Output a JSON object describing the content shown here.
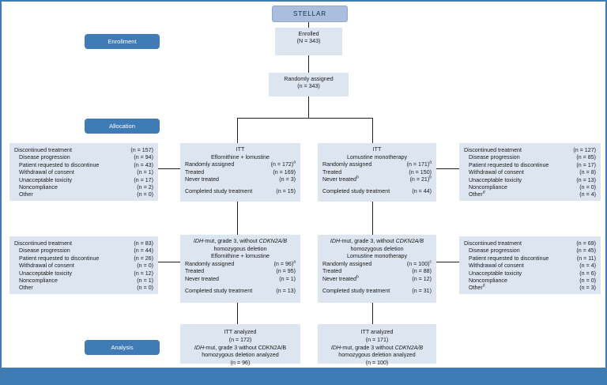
{
  "figure": {
    "trial_name": "STELLAR",
    "accent_color": "#3f7bb5",
    "box_color": "#dde5f0",
    "header_color": "#a9bfdd"
  },
  "stages": {
    "enrollment": "Enrollment",
    "allocation": "Allocation",
    "analysis": "Analysis"
  },
  "enrolled": {
    "line1": "Enrolled",
    "line2": "(N = 343)"
  },
  "randomized": {
    "line1": "Randomly assigned",
    "line2": "(n = 343)"
  },
  "itt_left": {
    "title": "ITT",
    "subtitle": "Eflornithine + lomustine",
    "rows": [
      {
        "label": "Randomly assigned",
        "value": "(n = 172)",
        "sup": "a"
      },
      {
        "label": "Treated",
        "value": "(n = 169)",
        "sup": ""
      },
      {
        "label": "Never treated",
        "value": "(n = 3)",
        "sup": ""
      }
    ],
    "footer_label": "Completed study treatment",
    "footer_value": "(n = 15)"
  },
  "itt_right": {
    "title": "ITT",
    "subtitle": "Lomustine monotherapy",
    "rows": [
      {
        "label": "Randomly assigned",
        "value": "(n = 171)",
        "sup": "a"
      },
      {
        "label": "Treated",
        "value": "(n = 150)",
        "sup": ""
      },
      {
        "label": "Never treated",
        "value": "(n = 21)",
        "sup": "b",
        "label_sup": "b"
      }
    ],
    "footer_label": "Completed study treatment",
    "footer_value": "(n = 44)"
  },
  "disc_top_left": {
    "rows": [
      {
        "label": "Discontinued treatment",
        "value": "(n = 157)",
        "indent": false,
        "sup": ""
      },
      {
        "label": "Disease progression",
        "value": "(n = 94)",
        "indent": true,
        "sup": ""
      },
      {
        "label": "Patient requested to discontinue",
        "value": "(n = 43)",
        "indent": true,
        "sup": ""
      },
      {
        "label": "Withdrawal of consent",
        "value": "(n = 1)",
        "indent": true,
        "sup": ""
      },
      {
        "label": "Unacceptable toxicity",
        "value": "(n = 17)",
        "indent": true,
        "sup": ""
      },
      {
        "label": "Noncompliance",
        "value": "(n = 2)",
        "indent": true,
        "sup": ""
      },
      {
        "label": "Other",
        "value": "(n = 0)",
        "indent": true,
        "sup": ""
      }
    ]
  },
  "disc_top_right": {
    "rows": [
      {
        "label": "Discontinued treatment",
        "value": "(n = 127)",
        "indent": false,
        "sup": ""
      },
      {
        "label": "Disease progression",
        "value": "(n = 85)",
        "indent": true,
        "sup": ""
      },
      {
        "label": "Patient requested to discontinue",
        "value": "(n = 17)",
        "indent": true,
        "sup": ""
      },
      {
        "label": "Withdrawal of consent",
        "value": "(n = 8)",
        "indent": true,
        "sup": ""
      },
      {
        "label": "Unacceptable toxicity",
        "value": "(n = 13)",
        "indent": true,
        "sup": ""
      },
      {
        "label": "Noncompliance",
        "value": "(n = 0)",
        "indent": true,
        "sup": ""
      },
      {
        "label": "Other",
        "value": "(n = 4)",
        "indent": true,
        "sup": "d"
      }
    ]
  },
  "sub_left": {
    "header_line1_pre": "IDH",
    "header_line1_mid": "-mut, grade 3, without ",
    "header_line1_gene": "CDKN2A/B",
    "header_line2": "homozygous deletion",
    "subtitle": "Eflornithine + lomustine",
    "rows": [
      {
        "label": "Randomly assigned",
        "value": "(n = 96)",
        "sup": "a"
      },
      {
        "label": "Treated",
        "value": "(n = 95)",
        "sup": ""
      },
      {
        "label": "Never treated",
        "value": "(n = 1)",
        "sup": ""
      }
    ],
    "footer_label": "Completed study treatment",
    "footer_value": "(n = 13)"
  },
  "sub_right": {
    "header_line1_pre": "IDH",
    "header_line1_mid": "-mut, grade 3, without ",
    "header_line1_gene": "CDKN2A/B",
    "header_line2": "homozygous deletion",
    "subtitle": "Lomustine monotherapy",
    "rows": [
      {
        "label": "Randomly assigned",
        "value": "(n = 100)",
        "sup": "c"
      },
      {
        "label": "Treated",
        "value": "(n = 88)",
        "sup": ""
      },
      {
        "label": "Never treated",
        "value": "(n = 12)",
        "sup": "",
        "label_sup": "b"
      }
    ],
    "footer_label": "Completed study treatment",
    "footer_value": "(n = 31)"
  },
  "disc_bot_left": {
    "rows": [
      {
        "label": "Discontinued treatment",
        "value": "(n = 83)",
        "indent": false,
        "sup": ""
      },
      {
        "label": "Disease progression",
        "value": "(n = 44)",
        "indent": true,
        "sup": ""
      },
      {
        "label": "Patient requested to discontinue",
        "value": "(n = 26)",
        "indent": true,
        "sup": ""
      },
      {
        "label": "Withdrawal of consent",
        "value": "(n = 0)",
        "indent": true,
        "sup": ""
      },
      {
        "label": "Unacceptable toxicity",
        "value": "(n = 12)",
        "indent": true,
        "sup": ""
      },
      {
        "label": "Noncompliance",
        "value": "(n = 1)",
        "indent": true,
        "sup": ""
      },
      {
        "label": "Other",
        "value": "(n = 0)",
        "indent": true,
        "sup": ""
      }
    ]
  },
  "disc_bot_right": {
    "rows": [
      {
        "label": "Discontinued treatment",
        "value": "(n = 69)",
        "indent": false,
        "sup": ""
      },
      {
        "label": "Disease progression",
        "value": "(n = 45)",
        "indent": true,
        "sup": ""
      },
      {
        "label": "Patient requested to discontinue",
        "value": "(n = 11)",
        "indent": true,
        "sup": ""
      },
      {
        "label": "Withdrawal of consent",
        "value": "(n = 4)",
        "indent": true,
        "sup": ""
      },
      {
        "label": "Unacceptable toxicity",
        "value": "(n = 6)",
        "indent": true,
        "sup": ""
      },
      {
        "label": "Noncompliance",
        "value": "(n = 0)",
        "indent": true,
        "sup": ""
      },
      {
        "label": "Other",
        "value": "(n = 3)",
        "indent": true,
        "sup": "d"
      }
    ]
  },
  "analysis_left": {
    "line1": "ITT analyzed",
    "line2": "(n = 172)",
    "gene_pre": "IDH",
    "gene_mid": "-mut, grade 3 without CDKN2A/B",
    "line4": "homozygous deletion analyzed",
    "line5": "(n = 96)"
  },
  "analysis_right": {
    "line1": "ITT analyzed",
    "line2": "(n = 171)",
    "gene_pre": "IDH",
    "gene_mid": "-mut, grade 3 without ",
    "gene_name": "CDKN2A/B",
    "line4": "homozygous deletion analyzed",
    "line5": "(n = 100)"
  }
}
